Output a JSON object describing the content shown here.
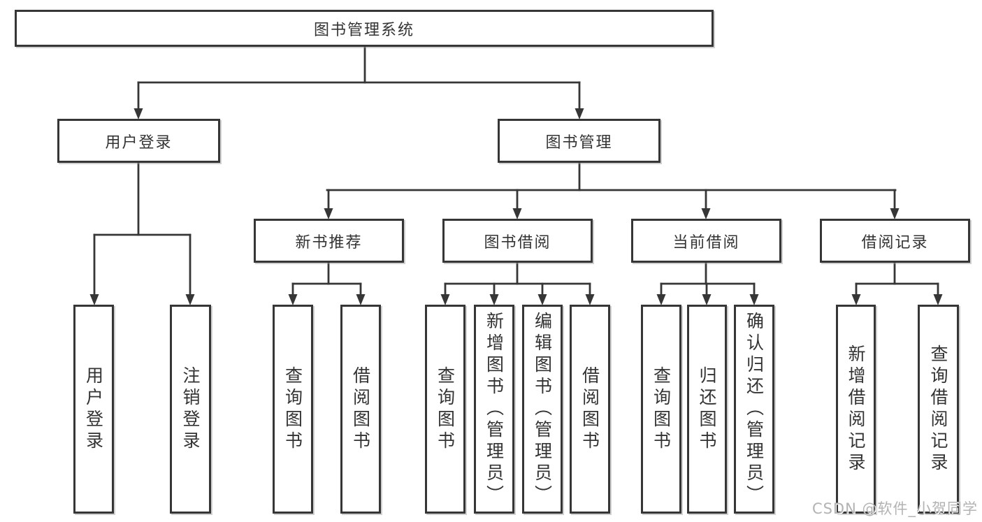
{
  "tree": {
    "label": "图书管理系统",
    "children": [
      {
        "label": "用户登录",
        "children": [
          {
            "label": "用户登录"
          },
          {
            "label": "注销登录"
          }
        ]
      },
      {
        "label": "图书管理",
        "children": [
          {
            "label": "新书推荐",
            "children": [
              {
                "label": "查询图书"
              },
              {
                "label": "借阅图书"
              }
            ]
          },
          {
            "label": "图书借阅",
            "children": [
              {
                "label": "查询图书"
              },
              {
                "label": "新增图书（管理员）"
              },
              {
                "label": "编辑图书（管理员）"
              },
              {
                "label": "借阅图书"
              }
            ]
          },
          {
            "label": "当前借阅",
            "children": [
              {
                "label": "查询图书"
              },
              {
                "label": "归还图书"
              },
              {
                "label": "确认归还（管理员）"
              }
            ]
          },
          {
            "label": "借阅记录",
            "children": [
              {
                "label": "新增借阅记录"
              },
              {
                "label": "查询借阅记录"
              }
            ]
          }
        ]
      }
    ]
  },
  "watermark": {
    "text": "CSDN @软件_小贺同学"
  },
  "colors": {
    "line": "#363636",
    "text": "#333333",
    "watermark": "#b3b3b3",
    "background": "#ffffff"
  }
}
